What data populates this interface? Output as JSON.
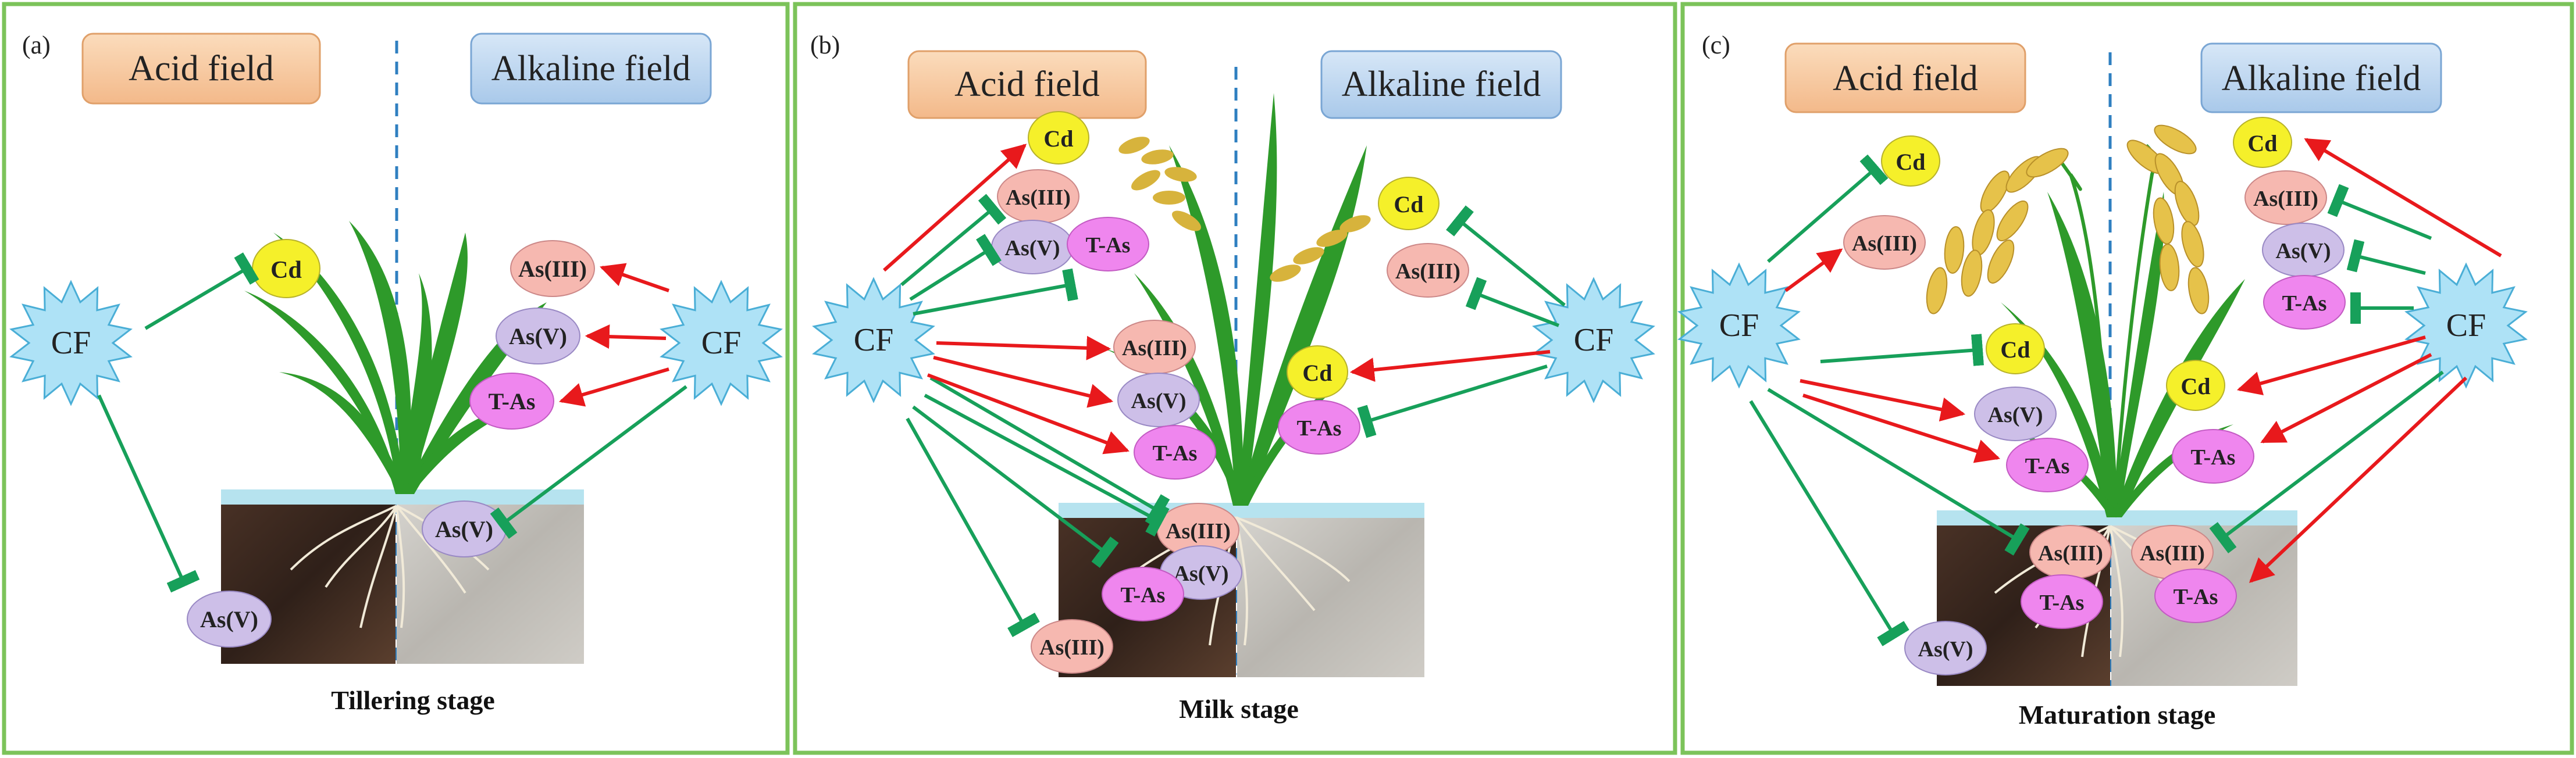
{
  "colors": {
    "panel_border": "#7cc35a",
    "acid_fill": "#f6c79c",
    "acid_stroke": "#e0a06a",
    "alkaline_fill": "#bcd6ef",
    "alkaline_stroke": "#7aa6d4",
    "divider": "#2f7fc0",
    "cf_fill": "#aee2f6",
    "cf_stroke": "#4aaed6",
    "cd_fill": "#f5f02a",
    "as3_fill": "#f6b8b0",
    "as5_fill": "#cdbfe8",
    "tas_fill": "#ef86ee",
    "promote_arrow": "#e8191c",
    "inhibit_arrow": "#17a05a",
    "soil_acid": "#3e2a20",
    "soil_alkaline": "#c9c7c2",
    "water": "#b6e3ef",
    "leaf": "#2e9a2a",
    "grain": "#d7b33c"
  },
  "panels": [
    {
      "id": "a",
      "label": "(a)",
      "acid_label": "Acid field",
      "alkaline_label": "Alkaline field",
      "stage_label": "Tillering stage",
      "cf_label": "CF",
      "species": {
        "cd": "Cd",
        "as3": "As(III)",
        "as5": "As(V)",
        "tas": "T-As",
        "soil_as5_alkaline": "As(V)",
        "soil_as5_acid": "As(V)"
      }
    },
    {
      "id": "b",
      "label": "(b)",
      "acid_label": "Acid field",
      "alkaline_label": "Alkaline field",
      "stage_label": "Milk stage",
      "cf_label": "CF",
      "species": {
        "cd_grain": "Cd",
        "as3_grain": "As(III)",
        "as5_grain": "As(V)",
        "tas_grain": "T-As",
        "cd_grain_alk": "Cd",
        "as3_grain_alk": "As(III)",
        "as3_stem": "As(III)",
        "as5_stem": "As(V)",
        "tas_stem": "T-As",
        "cd_stem_alk": "Cd",
        "tas_stem_alk": "T-As",
        "as3_root": "As(III)",
        "as5_root": "As(V)",
        "tas_root": "T-As",
        "as3_soil": "As(III)"
      }
    },
    {
      "id": "c",
      "label": "(c)",
      "acid_label": "Acid field",
      "alkaline_label": "Alkaline field",
      "stage_label": "Maturation stage",
      "cf_label": "CF",
      "species": {
        "cd_grain": "Cd",
        "as3_grain": "As(III)",
        "cd_grain_alk": "Cd",
        "as3_grain_alk": "As(III)",
        "as5_grain_alk": "As(V)",
        "tas_grain_alk": "T-As",
        "cd_stem": "Cd",
        "as5_stem": "As(V)",
        "tas_stem": "T-As",
        "cd_stem_alk": "Cd",
        "tas_stem_alk": "T-As",
        "as3_root": "As(III)",
        "tas_root": "T-As",
        "as3_root_alk": "As(III)",
        "tas_root_alk": "T-As",
        "as5_soil": "As(V)"
      }
    }
  ]
}
